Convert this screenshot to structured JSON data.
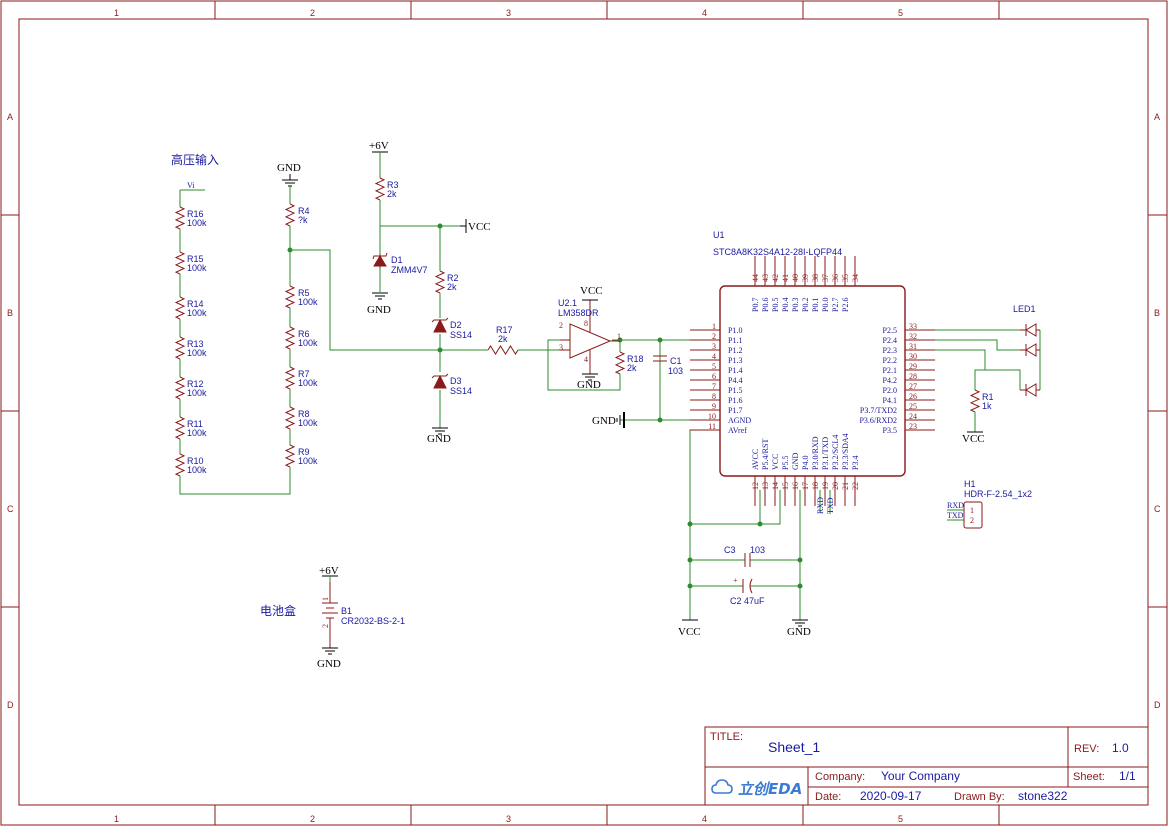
{
  "frame": {
    "col_labels": [
      "1",
      "2",
      "3",
      "4",
      "5"
    ],
    "row_labels": [
      "A",
      "B",
      "C",
      "D"
    ]
  },
  "title_block": {
    "title_label": "TITLE:",
    "title_value": "Sheet_1",
    "rev_label": "REV:",
    "rev_value": "1.0",
    "company_label": "Company:",
    "company_value": "Your Company",
    "sheet_label": "Sheet:",
    "sheet_value": "1/1",
    "date_label": "Date:",
    "date_value": "2020-09-17",
    "drawn_label": "Drawn By:",
    "drawn_value": "stone322",
    "logo_text": "立创EDA"
  },
  "nets": {
    "vi": "Vi",
    "gnd": "GND",
    "vcc": "VCC",
    "p6v": "+6V",
    "rxd": "RXD",
    "txd": "TXD"
  },
  "notes": {
    "hv_input": "高压输入",
    "battery_box": "电池盒"
  },
  "components": {
    "r16": {
      "ref": "R16",
      "val": "100k"
    },
    "r15": {
      "ref": "R15",
      "val": "100k"
    },
    "r14": {
      "ref": "R14",
      "val": "100k"
    },
    "r13": {
      "ref": "R13",
      "val": "100k"
    },
    "r12": {
      "ref": "R12",
      "val": "100k"
    },
    "r11": {
      "ref": "R11",
      "val": "100k"
    },
    "r10": {
      "ref": "R10",
      "val": "100k"
    },
    "r4": {
      "ref": "R4",
      "val": "?k"
    },
    "r5": {
      "ref": "R5",
      "val": "100k"
    },
    "r6": {
      "ref": "R6",
      "val": "100k"
    },
    "r7": {
      "ref": "R7",
      "val": "100k"
    },
    "r8": {
      "ref": "R8",
      "val": "100k"
    },
    "r9": {
      "ref": "R9",
      "val": "100k"
    },
    "r3": {
      "ref": "R3",
      "val": "2k"
    },
    "d1": {
      "ref": "D1",
      "val": "ZMM4V7"
    },
    "r2": {
      "ref": "R2",
      "val": "2k"
    },
    "d2": {
      "ref": "D2",
      "val": "SS14"
    },
    "d3": {
      "ref": "D3",
      "val": "SS14"
    },
    "r17": {
      "ref": "R17",
      "val": "2k"
    },
    "u2": {
      "ref": "U2.1",
      "val": "LM358DR"
    },
    "r18": {
      "ref": "R18",
      "val": "2k"
    },
    "c1": {
      "ref": "C1",
      "val": "103"
    },
    "u1": {
      "ref": "U1",
      "val": "STC8A8K32S4A12-28I-LQFP44"
    },
    "led1": {
      "ref": "LED1"
    },
    "r1": {
      "ref": "R1",
      "val": "1k"
    },
    "h1": {
      "ref": "H1",
      "val": "HDR-F-2.54_1x2"
    },
    "c3": {
      "ref": "C3",
      "val": "103"
    },
    "c2": {
      "ref": "C2",
      "val": "47uF"
    },
    "b1": {
      "ref": "B1",
      "val": "CR2032-BS-2-1"
    }
  },
  "u1_pins": {
    "left": [
      {
        "num": "1",
        "name": "P1.0"
      },
      {
        "num": "2",
        "name": "P1.1"
      },
      {
        "num": "3",
        "name": "P1.2"
      },
      {
        "num": "4",
        "name": "P1.3"
      },
      {
        "num": "5",
        "name": "P1.4"
      },
      {
        "num": "6",
        "name": "P4.4"
      },
      {
        "num": "7",
        "name": "P1.5"
      },
      {
        "num": "8",
        "name": "P1.6"
      },
      {
        "num": "9",
        "name": "P1.7"
      },
      {
        "num": "10",
        "name": "AGND"
      },
      {
        "num": "11",
        "name": "AVref"
      }
    ],
    "right": [
      {
        "num": "33",
        "name": "P2.5"
      },
      {
        "num": "32",
        "name": "P2.4"
      },
      {
        "num": "31",
        "name": "P2.3"
      },
      {
        "num": "30",
        "name": "P2.2"
      },
      {
        "num": "29",
        "name": "P2.1"
      },
      {
        "num": "28",
        "name": "P4.2"
      },
      {
        "num": "27",
        "name": "P2.0"
      },
      {
        "num": "26",
        "name": "P4.1"
      },
      {
        "num": "25",
        "name": "P3.7/TXD2"
      },
      {
        "num": "24",
        "name": "P3.6/RXD2"
      },
      {
        "num": "23",
        "name": "P3.5"
      }
    ],
    "top": [
      {
        "num": "44",
        "name": "P0.7"
      },
      {
        "num": "43",
        "name": "P0.6"
      },
      {
        "num": "42",
        "name": "P0.5"
      },
      {
        "num": "41",
        "name": "P0.4"
      },
      {
        "num": "40",
        "name": "P0.3"
      },
      {
        "num": "39",
        "name": "P0.2"
      },
      {
        "num": "38",
        "name": "P0.1"
      },
      {
        "num": "37",
        "name": "P0.0"
      },
      {
        "num": "36",
        "name": "P2.7"
      },
      {
        "num": "35",
        "name": "P2.6"
      },
      {
        "num": "34",
        "name": ""
      }
    ],
    "bottom": [
      {
        "num": "12",
        "name": "AVCC"
      },
      {
        "num": "13",
        "name": "P5.4/RST"
      },
      {
        "num": "14",
        "name": "VCC"
      },
      {
        "num": "15",
        "name": "P5.5"
      },
      {
        "num": "16",
        "name": "GND"
      },
      {
        "num": "17",
        "name": "P4.0"
      },
      {
        "num": "18",
        "name": "P3.0/RXD"
      },
      {
        "num": "19",
        "name": "P3.1/TXD"
      },
      {
        "num": "20",
        "name": "P3.2/SCL4"
      },
      {
        "num": "21",
        "name": "P3.3/SDA4"
      },
      {
        "num": "22",
        "name": "P3.4"
      }
    ]
  },
  "u2_pins": {
    "p1": "1",
    "p2": "2",
    "p3": "3",
    "p4": "4",
    "p8": "8"
  },
  "h1_pins": {
    "p1": "1",
    "p2": "2"
  },
  "b1_pins": {
    "p1": "1",
    "p2": "2"
  },
  "colors": {
    "frame": "#8b1a1a",
    "wire": "#2e8b2e",
    "label": "#1a1aa0",
    "power": "#000000"
  }
}
